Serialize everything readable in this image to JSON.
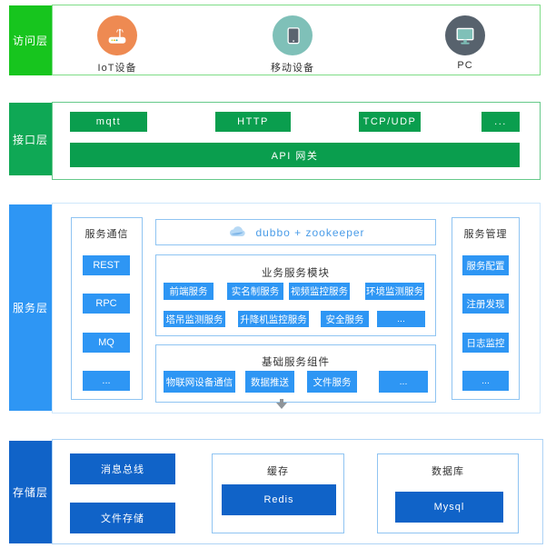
{
  "layers": {
    "access": {
      "label": "访问层",
      "devices": [
        {
          "name": "IoT设备",
          "icon": "router-icon"
        },
        {
          "name": "移动设备",
          "icon": "tablet-icon"
        },
        {
          "name": "PC",
          "icon": "monitor-icon"
        }
      ]
    },
    "interface": {
      "label": "接口层",
      "protocols": [
        "mqtt",
        "HTTP",
        "TCP/UDP",
        "..."
      ],
      "gateway": "API 网关"
    },
    "service": {
      "label": "服务层",
      "communication": {
        "title": "服务通信",
        "items": [
          "REST",
          "RPC",
          "MQ",
          "..."
        ]
      },
      "middleware": {
        "text": "dubbo + zookeeper",
        "icon": "cloud-icon"
      },
      "business": {
        "title": "业务服务模块",
        "row1": [
          "前端服务",
          "实名制服务",
          "视频监控服务",
          "环境监测服务"
        ],
        "row2": [
          "塔吊监测服务",
          "升降机监控服务",
          "安全服务",
          "..."
        ]
      },
      "base": {
        "title": "基础服务组件",
        "items": [
          "物联网设备通信",
          "数据推送",
          "文件服务",
          "..."
        ]
      },
      "management": {
        "title": "服务管理",
        "items": [
          "服务配置",
          "注册发现",
          "日志监控",
          "..."
        ]
      }
    },
    "storage": {
      "label": "存储层",
      "stores": [
        "消息总线",
        "文件存储"
      ],
      "cache": {
        "title": "缓存",
        "item": "Redis"
      },
      "database": {
        "title": "数据库",
        "item": "Mysql"
      }
    }
  },
  "colors": {
    "access_label_green": "#17c51e",
    "interface_label_green": "#0fa855",
    "green_box": "#0a9e4e",
    "service_blue": "#2e96f4",
    "storage_blue": "#1063c8",
    "panel_border_blue": "#8fc4f2",
    "access_border_green": "#7edc87",
    "interface_border_green": "#66c98a",
    "dubbo_text_blue": "#4a9ce8",
    "iot_icon_orange": "#ee8a52",
    "mobile_icon_teal": "#7fc0b8",
    "pc_icon_gray": "#57626d"
  }
}
